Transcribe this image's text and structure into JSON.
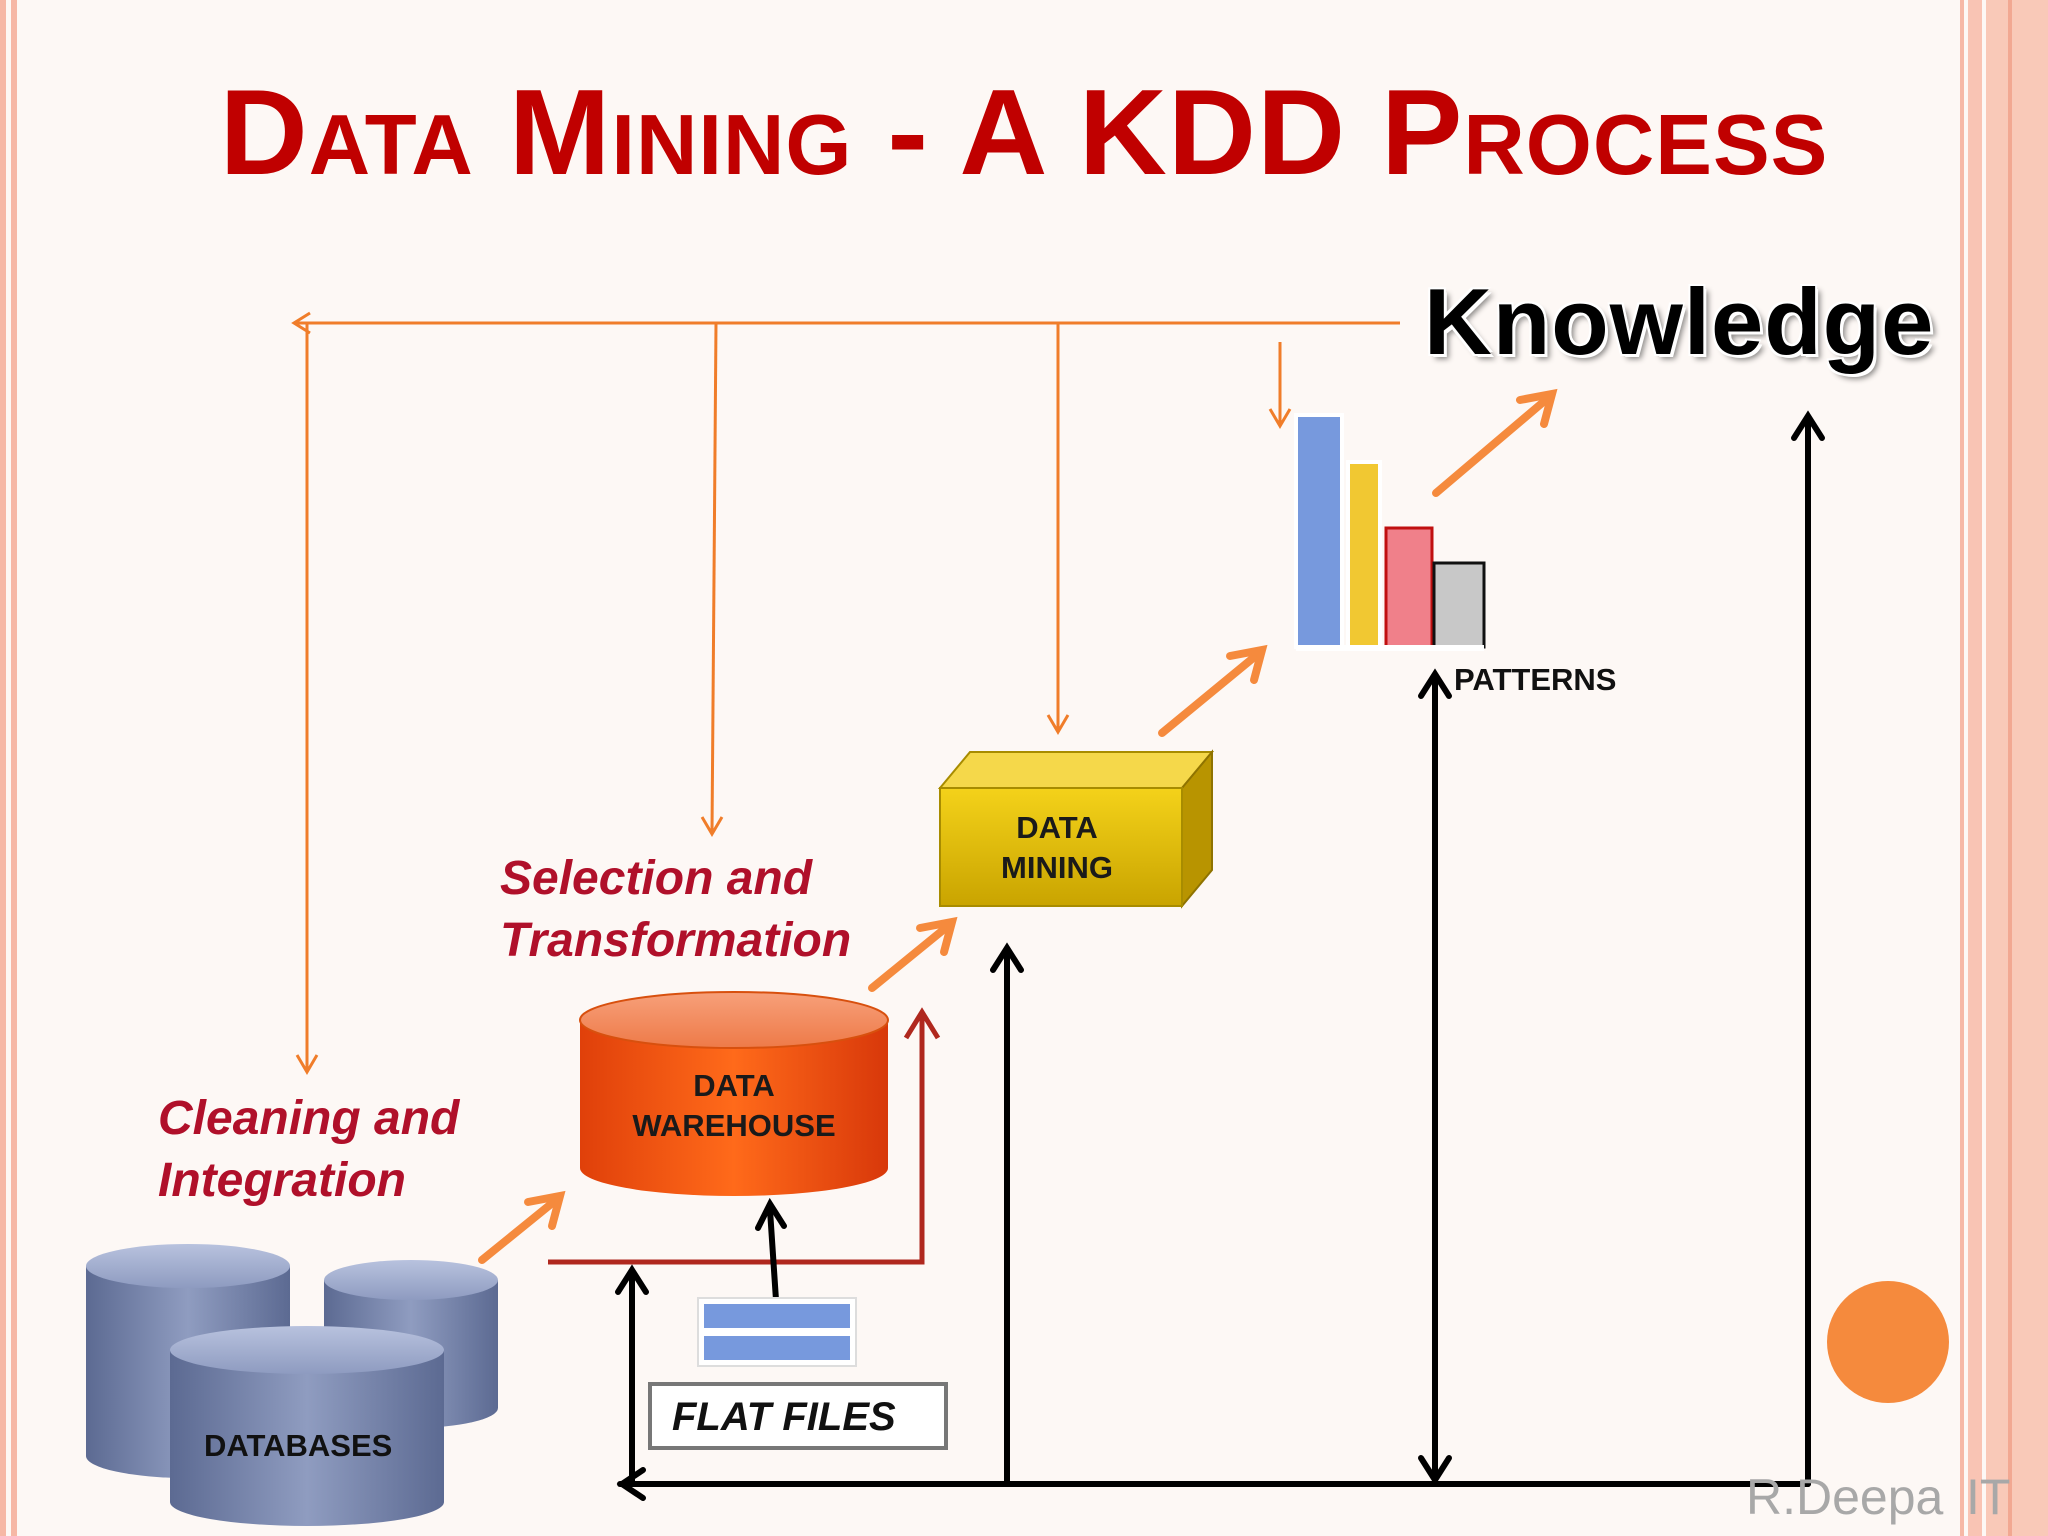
{
  "title": "Data Mining - A KDD Process",
  "labels": {
    "knowledge": "Knowledge",
    "patterns": "PATTERNS",
    "data_mining_line1": "DATA",
    "data_mining_line2": "MINING",
    "data_warehouse_line1": "DATA",
    "data_warehouse_line2": "WAREHOUSE",
    "selection_line1": "Selection and",
    "selection_line2": "Transformation",
    "cleaning_line1": "Cleaning and",
    "cleaning_line2": "Integration",
    "databases": "DATABASES",
    "flat_files": "FLAT FILES"
  },
  "footer": {
    "author": "R.Deepa",
    "dept": "IT"
  },
  "colors": {
    "title": "#c00000",
    "step_label": "#b0102a",
    "feedback_arrow": "#f07d2a",
    "black_arrow": "#000000",
    "warehouse": "#e8450c",
    "mining_box": "#e6be00",
    "database": "#7a88ad",
    "bar_blue": "#7799dd",
    "bar_yellow": "#f1c832",
    "bar_red": "#f0808a",
    "bar_gray": "#c8c8c8",
    "circle": "#f58a3d"
  }
}
